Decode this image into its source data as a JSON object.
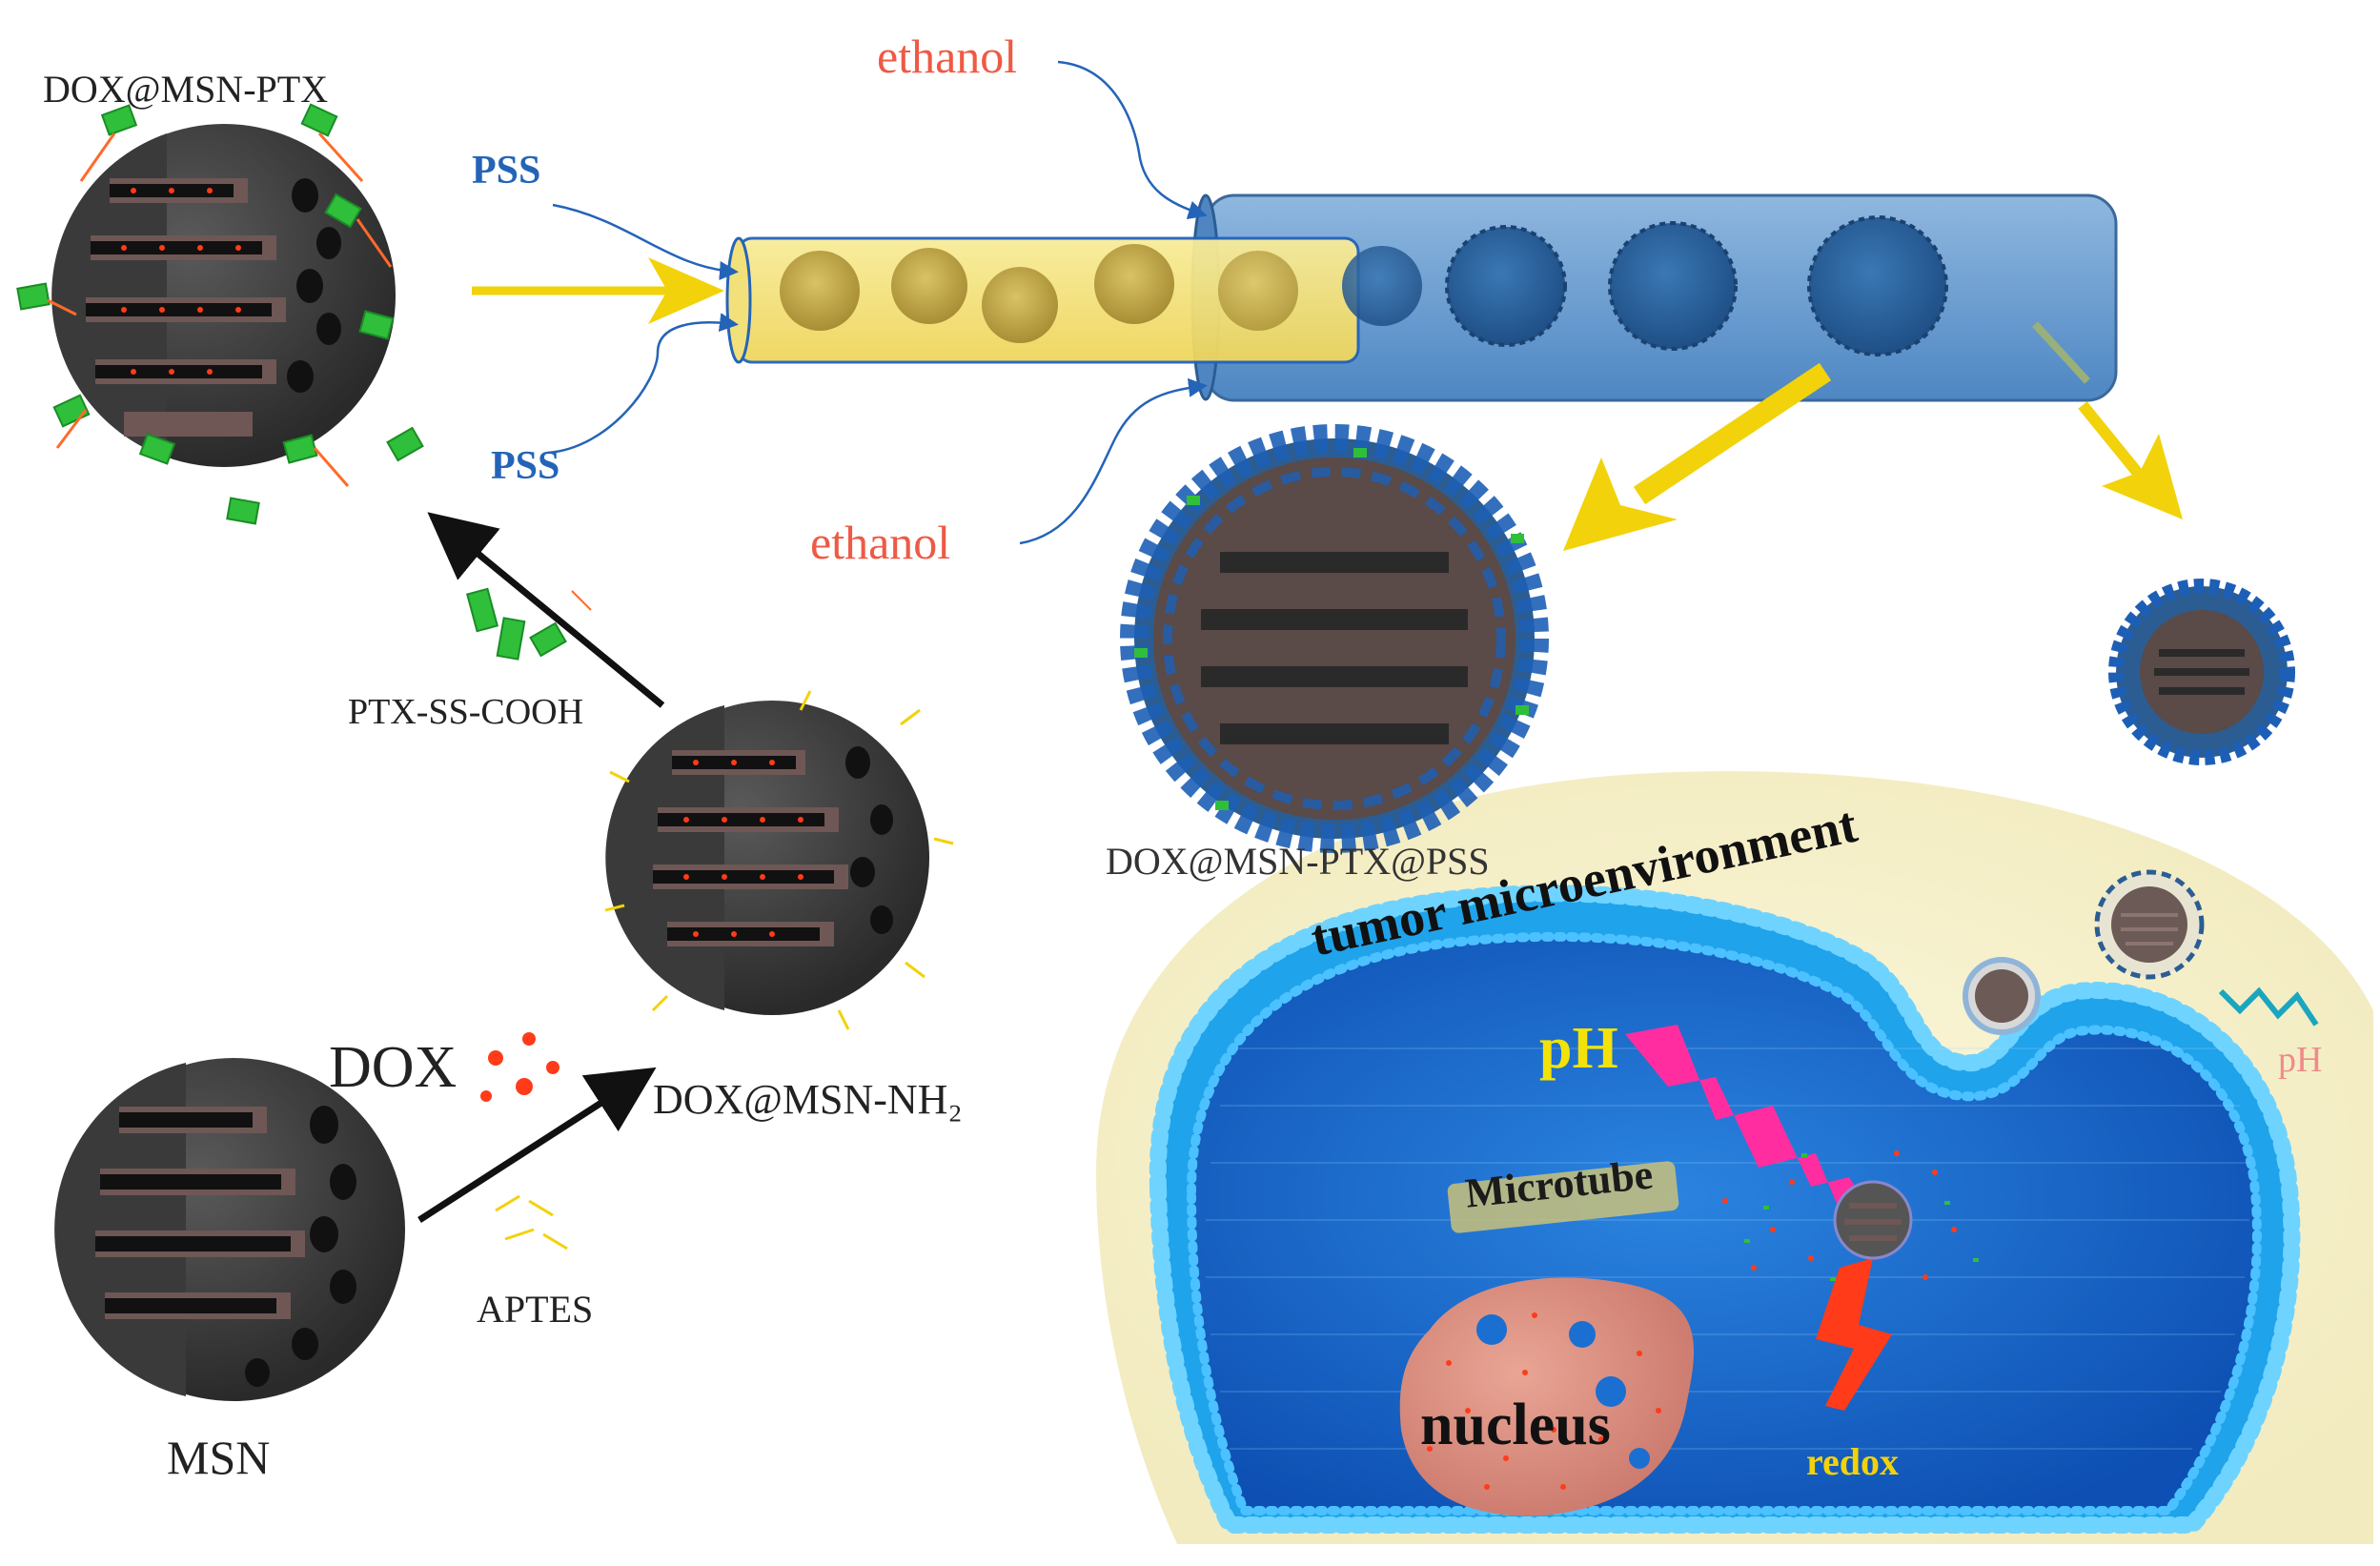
{
  "labels": {
    "dox_msn_ptx": "DOX@MSN-PTX",
    "pss_top": "PSS",
    "pss_bottom": "PSS",
    "ethanol_top": "ethanol",
    "ethanol_bottom": "ethanol",
    "ptx_ss_cooh": "PTX-SS-COOH",
    "dox_msn_ptx_pss": "DOX@MSN-PTX@PSS",
    "tumor_microenvironment": "tumor microenvironment",
    "ph_inside": "pH",
    "ph_outside": "pH",
    "dox": "DOX",
    "dox_msn_nh2": "DOX@MSN-NH₂",
    "microtube": "Microtube",
    "aptes": "APTES",
    "nucleus": "nucleus",
    "redox": "redox",
    "msn": "MSN"
  },
  "colors": {
    "red_text": "#ee5a45",
    "blue_text": "#2464b8",
    "arrow_yellow": "#f2d20a",
    "tube_yellow": "#f4e27a",
    "tube_blue": "#5b93cc",
    "particle_dark": "#3b3b3b",
    "pore_brown": "#6e5755",
    "membrane_blue": "#22a6e6",
    "cytoplasm_blue": "#1b6fd0",
    "background_cream": "#f7f2d0",
    "nucleus_pink": "#d98a7c",
    "ph_magenta": "#ff2da0",
    "redox_red": "#ff3b1a",
    "ptx_green": "#2fbf3a"
  }
}
